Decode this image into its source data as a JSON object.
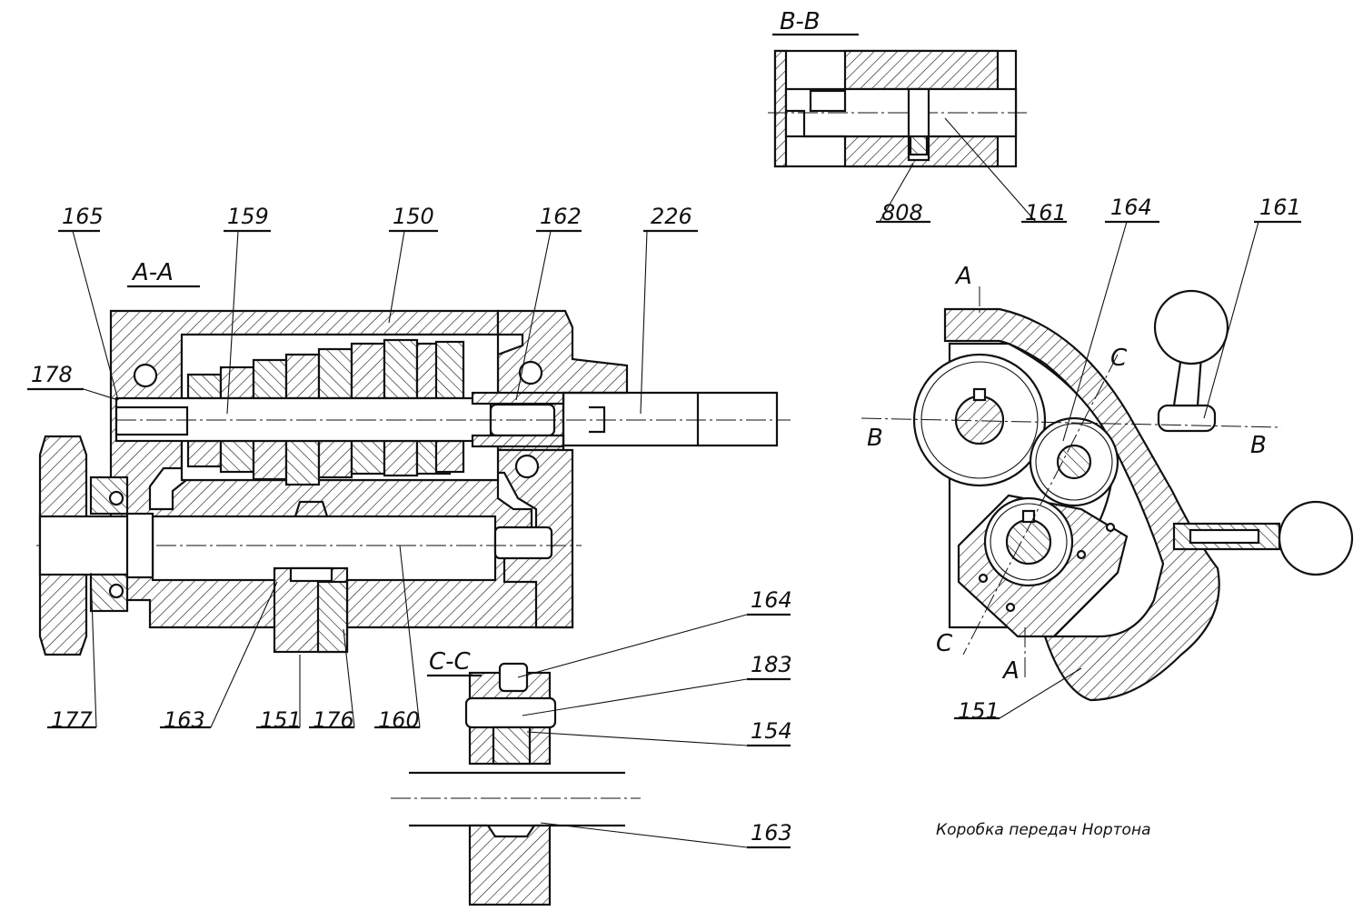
{
  "caption": "Коробка передач Нортона",
  "sections": {
    "aa": "A-A",
    "bb": "B-B",
    "cc": "C-C"
  },
  "view_marks": {
    "a_top": "A",
    "a_bottom": "A",
    "b_left": "B",
    "b_right": "B",
    "c_top": "C",
    "c_bottom": "C"
  },
  "callouts": {
    "p165": "165",
    "p159": "159",
    "p150": "150",
    "p162": "162",
    "p226": "226",
    "p178": "178",
    "p177": "177",
    "p163a": "163",
    "p151a": "151",
    "p176": "176",
    "p160": "160",
    "p164a": "164",
    "p183": "183",
    "p154": "154",
    "p163b": "163",
    "p808": "808",
    "p161a": "161",
    "p164b": "164",
    "p161b": "161",
    "p151b": "151"
  }
}
